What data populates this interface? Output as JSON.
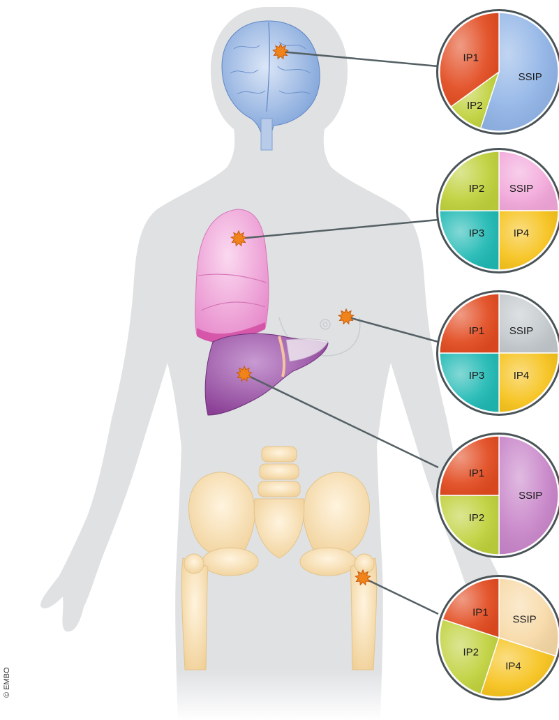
{
  "credit": "© EMBO",
  "colors": {
    "IP1": "#e24a1f",
    "IP2": "#bfd13a",
    "IP3": "#1fb9b4",
    "IP4": "#f6c21a",
    "body": "#dfe1e3",
    "connector": "#556064",
    "tumor": "#f0841b"
  },
  "organs": [
    {
      "name": "brain",
      "color": "#8fb3e6",
      "slices": [
        {
          "label": "SSIP",
          "fraction": 0.55,
          "color": "#8fb3e6"
        },
        {
          "label": "IP2",
          "fraction": 0.1,
          "color": "#bfd13a"
        },
        {
          "label": "IP1",
          "fraction": 0.35,
          "color": "#e24a1f"
        }
      ]
    },
    {
      "name": "lung",
      "color": "#f2a7da",
      "slices": [
        {
          "label": "SSIP",
          "fraction": 0.25,
          "color": "#f2a7da"
        },
        {
          "label": "IP4",
          "fraction": 0.25,
          "color": "#f6c21a"
        },
        {
          "label": "IP3",
          "fraction": 0.25,
          "color": "#1fb9b4"
        },
        {
          "label": "IP2",
          "fraction": 0.25,
          "color": "#bfd13a"
        }
      ]
    },
    {
      "name": "breast",
      "color": "#c2c8cc",
      "slices": [
        {
          "label": "SSIP",
          "fraction": 0.25,
          "color": "#c2c8cc"
        },
        {
          "label": "IP4",
          "fraction": 0.25,
          "color": "#f6c21a"
        },
        {
          "label": "IP3",
          "fraction": 0.25,
          "color": "#1fb9b4"
        },
        {
          "label": "IP1",
          "fraction": 0.25,
          "color": "#e24a1f"
        }
      ]
    },
    {
      "name": "liver",
      "color": "#c783c8",
      "slices": [
        {
          "label": "SSIP",
          "fraction": 0.5,
          "color": "#c783c8"
        },
        {
          "label": "IP2",
          "fraction": 0.25,
          "color": "#bfd13a"
        },
        {
          "label": "IP1",
          "fraction": 0.25,
          "color": "#e24a1f"
        }
      ]
    },
    {
      "name": "bone",
      "color": "#f7d9a6",
      "slices": [
        {
          "label": "SSIP",
          "fraction": 0.3,
          "color": "#f7d9a6"
        },
        {
          "label": "IP4",
          "fraction": 0.25,
          "color": "#f6c21a"
        },
        {
          "label": "IP2",
          "fraction": 0.25,
          "color": "#bfd13a"
        },
        {
          "label": "IP1",
          "fraction": 0.2,
          "color": "#e24a1f"
        }
      ]
    }
  ]
}
